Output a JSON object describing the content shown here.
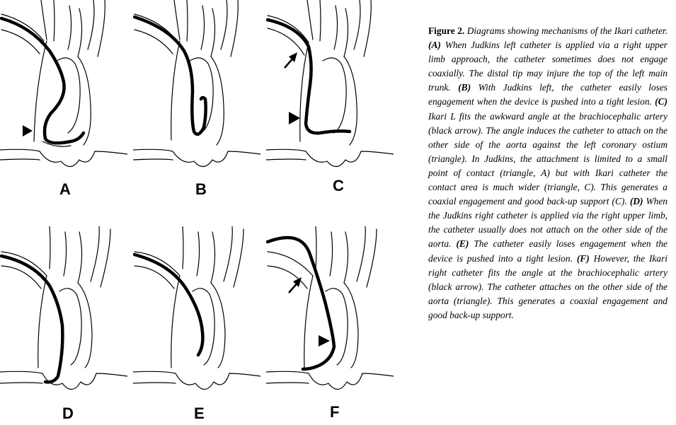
{
  "panels": [
    {
      "id": "A",
      "label": "A"
    },
    {
      "id": "B",
      "label": "B"
    },
    {
      "id": "C",
      "label": "C"
    },
    {
      "id": "D",
      "label": "D"
    },
    {
      "id": "E",
      "label": "E"
    },
    {
      "id": "F",
      "label": "F"
    }
  ],
  "caption": {
    "figure": "Figure 2.",
    "intro": " Diagrams showing mechanisms of the Ikari catheter. ",
    "a_tag": "(A)",
    "a_text": " When Judkins left catheter is applied via a right upper limb approach, the catheter sometimes does not engage coaxially. The distal tip may injure the top of the left main trunk. ",
    "b_tag": "(B)",
    "b_text": " With Judkins left, the catheter easily loses engagement when the device is pushed into a tight lesion. ",
    "c_tag": "(C)",
    "c_text": " Ikari L fits the awkward angle at the brachiocephalic artery (black arrow). The angle induces the catheter to attach on the other side of the aorta against the left coronary ostium (triangle). In Judkins, the attachment is limited to a small point of contact (triangle, A) but with Ikari catheter the contact area is much wider (triangle, C). This generates a coaxial engagement and good back-up support (C). ",
    "d_tag": "(D)",
    "d_text": " When the Judkins right catheter is applied via the right upper limb, the catheter usually does not attach on the other side of the aorta. ",
    "e_tag": "(E)",
    "e_text": " The catheter easily loses engagement when the device is pushed into a tight lesion. ",
    "f_tag": "(F)",
    "f_text": " However, the Ikari right catheter fits the angle at the brachiocephalic artery (black arrow). The catheter attaches on the other side of the aorta (triangle). This generates a coaxial engagement and good back-up support."
  }
}
